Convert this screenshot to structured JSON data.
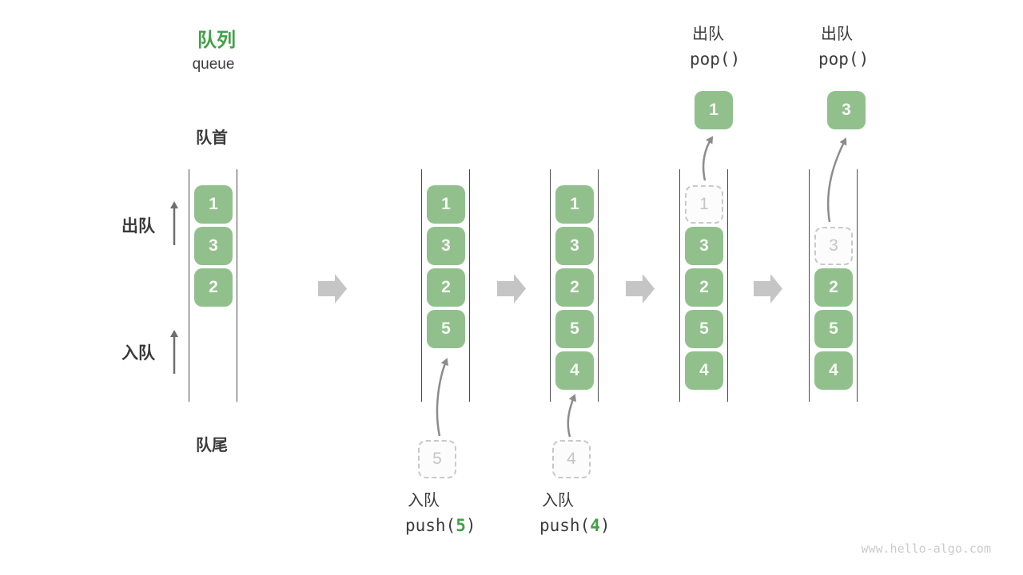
{
  "title": {
    "zh": "队列",
    "en": "queue"
  },
  "side_labels": {
    "front": "队首",
    "rear": "队尾",
    "dequeue": "出队",
    "enqueue": "入队"
  },
  "watermark": "www.hello-algo.com",
  "colors": {
    "accent_green": "#43a047",
    "box_green": "#91c08c",
    "box_text": "#f8faf6",
    "dark_text": "#3c3c3c",
    "column_line": "#4b4b4b",
    "block_arrow": "#c5c5c5",
    "curve_arrow": "#8c8c8c",
    "dashed_border": "#c9c9c9",
    "dashed_text": "#c5c5c5",
    "watermark_gray": "#cbcbcb"
  },
  "states": [
    {
      "slots": [
        {
          "v": "1",
          "t": "filled"
        },
        {
          "v": "3",
          "t": "filled"
        },
        {
          "v": "2",
          "t": "filled"
        }
      ]
    },
    {
      "slots": [
        {
          "v": "1",
          "t": "filled"
        },
        {
          "v": "3",
          "t": "filled"
        },
        {
          "v": "2",
          "t": "filled"
        },
        {
          "v": "5",
          "t": "filled"
        }
      ],
      "incoming": "5",
      "op": {
        "zh": "入队",
        "pre": "push(",
        "arg": "5",
        "post": ")"
      }
    },
    {
      "slots": [
        {
          "v": "1",
          "t": "filled"
        },
        {
          "v": "3",
          "t": "filled"
        },
        {
          "v": "2",
          "t": "filled"
        },
        {
          "v": "5",
          "t": "filled"
        },
        {
          "v": "4",
          "t": "filled"
        }
      ],
      "incoming": "4",
      "op": {
        "zh": "入队",
        "pre": "push(",
        "arg": "4",
        "post": ")"
      }
    },
    {
      "slots": [
        {
          "v": "1",
          "t": "dashed"
        },
        {
          "v": "3",
          "t": "filled"
        },
        {
          "v": "2",
          "t": "filled"
        },
        {
          "v": "5",
          "t": "filled"
        },
        {
          "v": "4",
          "t": "filled"
        }
      ],
      "popped": "1",
      "op": {
        "zh": "出队",
        "pre": "pop(",
        "arg": "",
        "post": ")"
      }
    },
    {
      "slots": [
        {
          "v": "",
          "t": "empty"
        },
        {
          "v": "3",
          "t": "dashed"
        },
        {
          "v": "2",
          "t": "filled"
        },
        {
          "v": "5",
          "t": "filled"
        },
        {
          "v": "4",
          "t": "filled"
        }
      ],
      "popped": "3",
      "op": {
        "zh": "出队",
        "pre": "pop(",
        "arg": "",
        "post": ")"
      }
    }
  ]
}
